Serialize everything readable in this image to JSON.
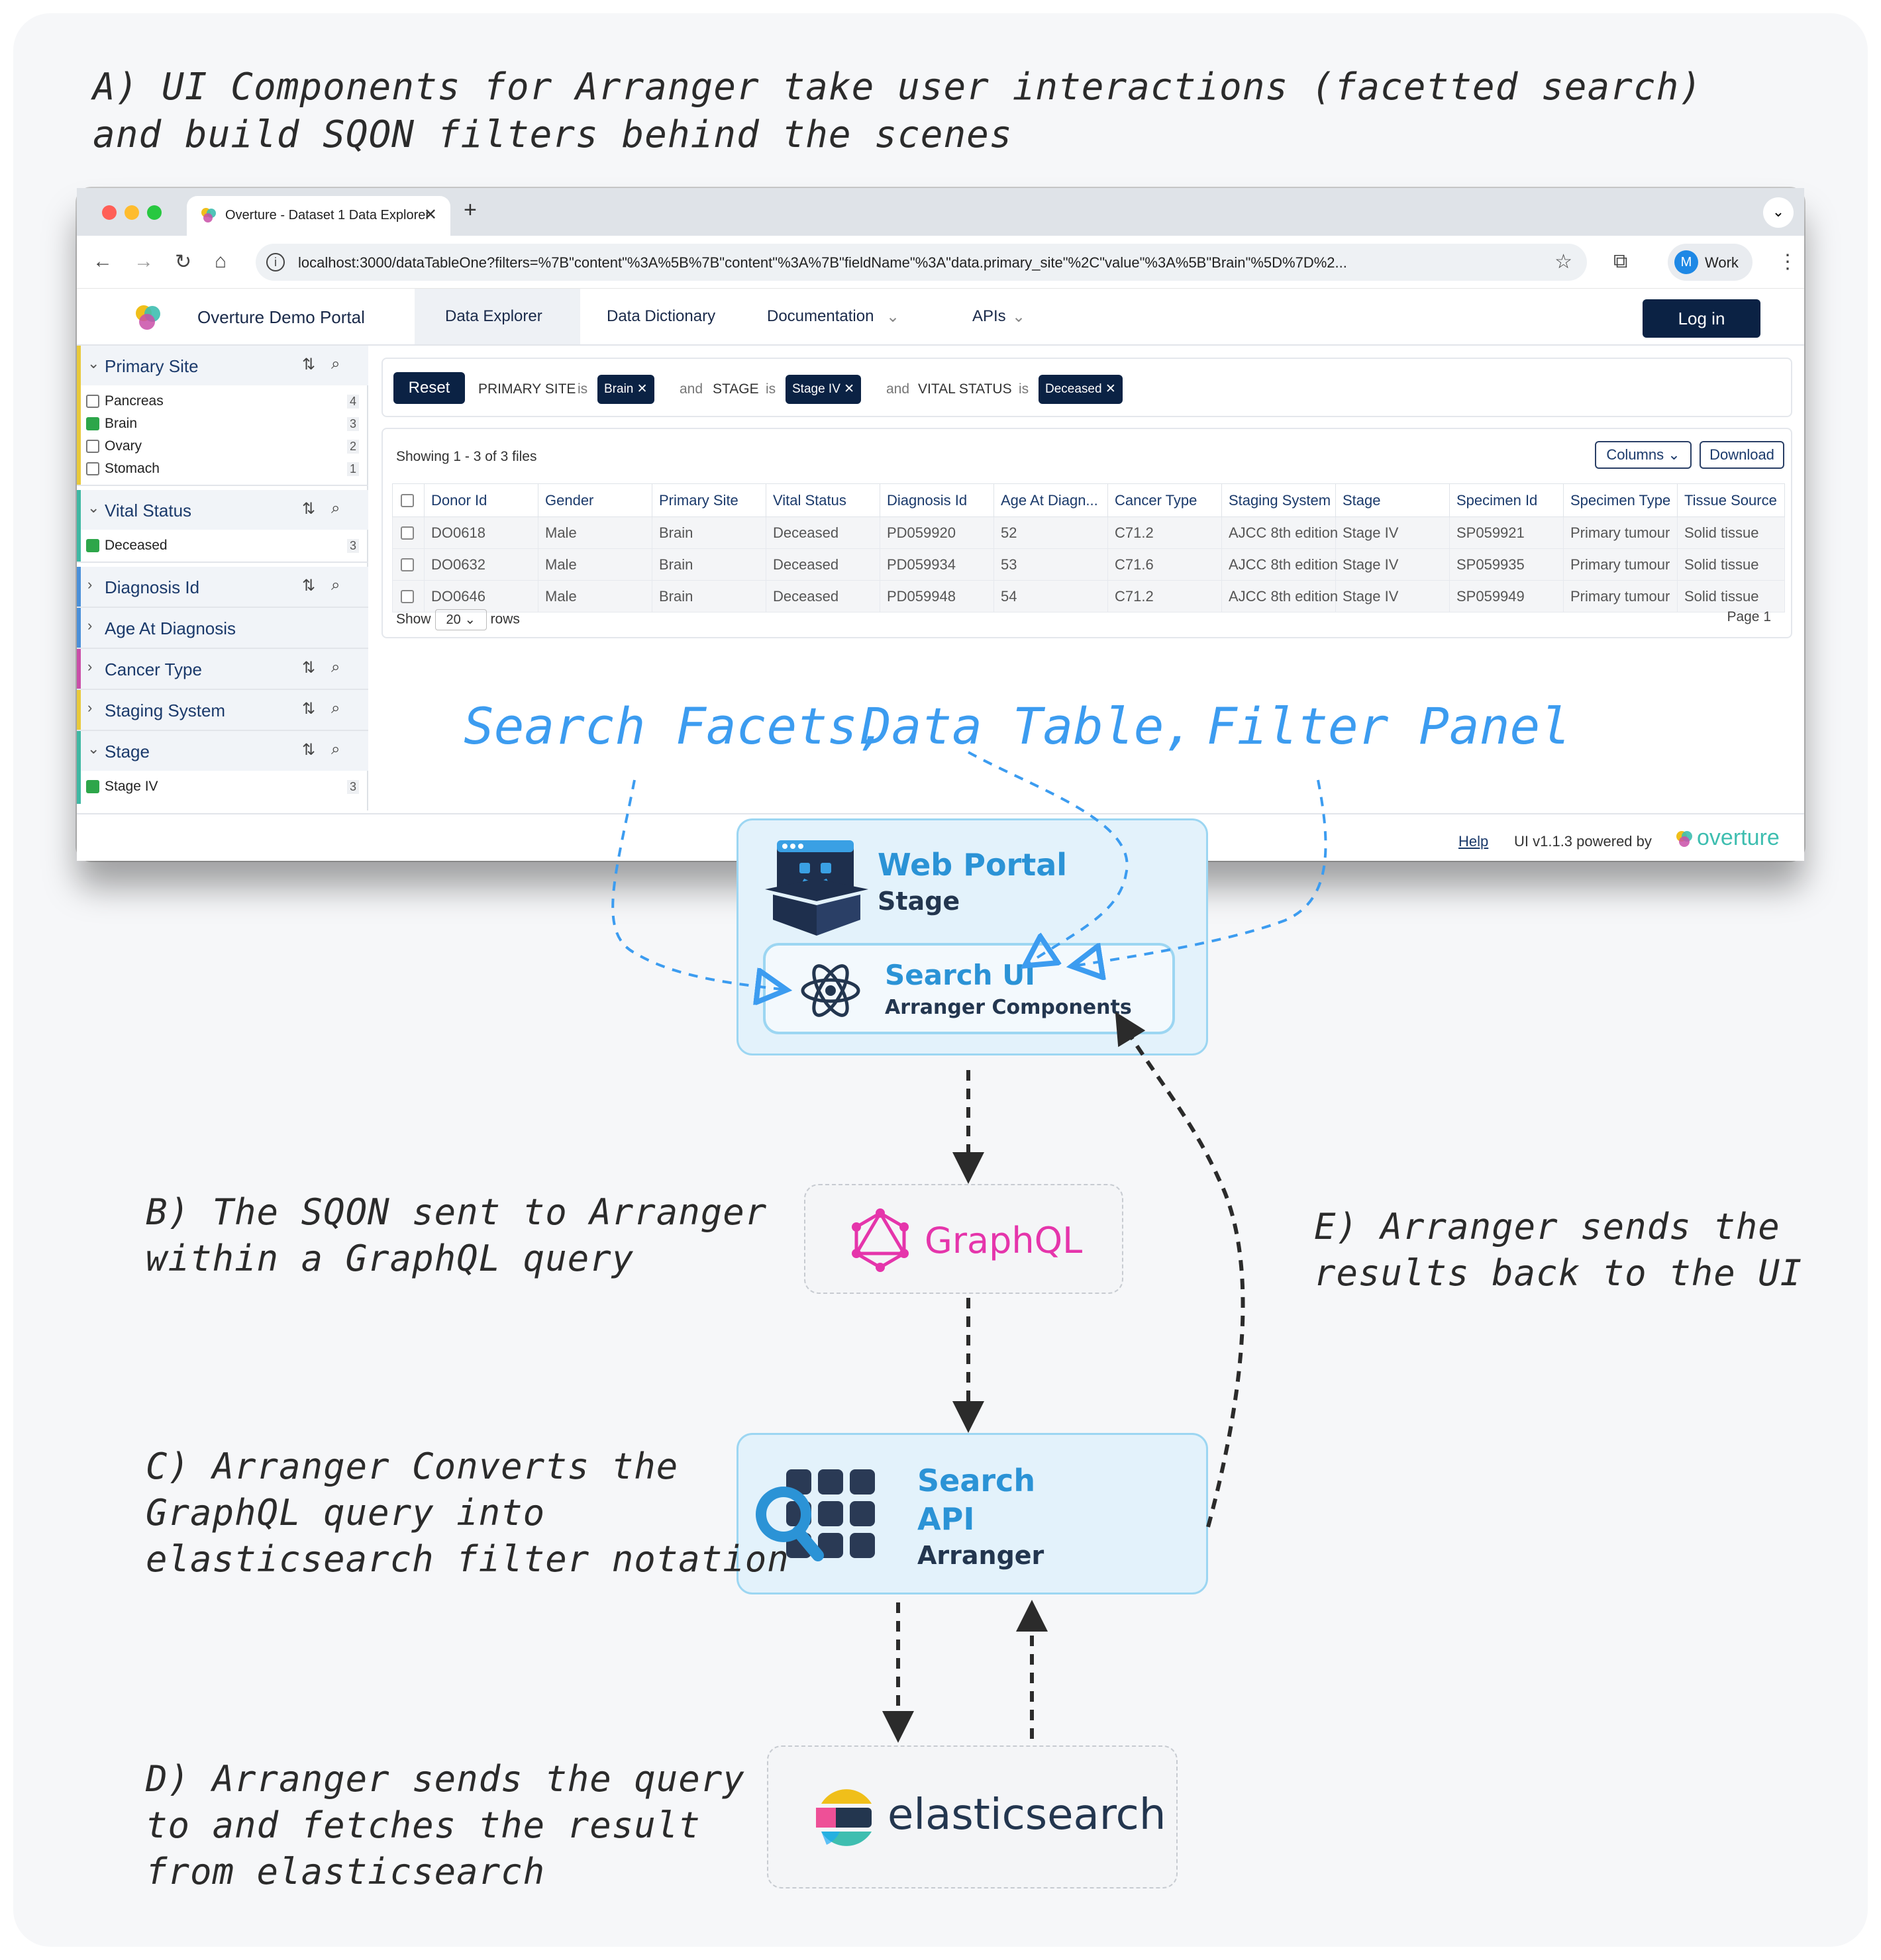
{
  "notes": {
    "a": "A) UI Components for Arranger take user interactions (facetted search)\nand build SQON filters behind the scenes",
    "b": "B) The SQON sent to Arranger\nwithin a GraphQL query",
    "c": "C) Arranger Converts the\nGraphQL query into\nelasticsearch filter notation",
    "d": "D) Arranger sends the query\nto and fetches the result\nfrom elasticsearch",
    "e": "E) Arranger sends the\nresults back to the UI"
  },
  "callouts": {
    "search_facets": "Search Facets,",
    "data_table": "Data Table,",
    "filter_panel": "Filter Panel"
  },
  "browser": {
    "tab_title": "Overture - Dataset 1 Data Explorer",
    "url": "localhost:3000/dataTableOne?filters=%7B\"content\"%3A%5B%7B\"content\"%3A%7B\"fieldName\"%3A\"data.primary_site\"%2C\"value\"%3A%5B\"Brain\"%5D%7D%2...",
    "profile": "Work",
    "profile_initial": "M"
  },
  "portal": {
    "name": "Overture Demo Portal",
    "nav": [
      "Data Explorer",
      "Data Dictionary",
      "Documentation",
      "APIs"
    ],
    "login": "Log in",
    "footer_help": "Help",
    "footer_version": "UI v1.1.3 powered by",
    "footer_brand": "overture"
  },
  "facets": [
    {
      "title": "Primary Site",
      "accent": "#e8c93a",
      "expanded": true,
      "options": [
        {
          "label": "Pancreas",
          "count": "4",
          "checked": false
        },
        {
          "label": "Brain",
          "count": "3",
          "checked": true
        },
        {
          "label": "Ovary",
          "count": "2",
          "checked": false
        },
        {
          "label": "Stomach",
          "count": "1",
          "checked": false
        }
      ]
    },
    {
      "title": "Vital Status",
      "accent": "#3fb8a3",
      "expanded": true,
      "options": [
        {
          "label": "Deceased",
          "count": "3",
          "checked": true
        }
      ]
    },
    {
      "title": "Diagnosis Id",
      "accent": "#4a90d9",
      "expanded": false,
      "options": []
    },
    {
      "title": "Age At Diagnosis",
      "accent": "#4a90d9",
      "expanded": false,
      "options": []
    },
    {
      "title": "Cancer Type",
      "accent": "#c94fa8",
      "expanded": false,
      "options": []
    },
    {
      "title": "Staging System",
      "accent": "#e8c93a",
      "expanded": false,
      "options": []
    },
    {
      "title": "Stage",
      "accent": "#3fb8a3",
      "expanded": true,
      "options": [
        {
          "label": "Stage IV",
          "count": "3",
          "checked": true
        }
      ]
    }
  ],
  "filters": {
    "reset": "Reset",
    "field1": "PRIMARY SITE",
    "is": "is",
    "value1": "Brain",
    "and": "and",
    "field2": "STAGE",
    "value2": "Stage IV",
    "field3": "VITAL STATUS",
    "value3": "Deceased"
  },
  "table": {
    "showing": "Showing 1 - 3 of 3 files",
    "columns_btn": "Columns",
    "download_btn": "Download",
    "headers": [
      "Donor Id",
      "Gender",
      "Primary Site",
      "Vital Status",
      "Diagnosis Id",
      "Age At Diagn...",
      "Cancer Type",
      "Staging System",
      "Stage",
      "Specimen Id",
      "Specimen Type",
      "Tissue Source"
    ],
    "rows": [
      [
        "DO0618",
        "Male",
        "Brain",
        "Deceased",
        "PD059920",
        "52",
        "C71.2",
        "AJCC 8th edition",
        "Stage IV",
        "SP059921",
        "Primary tumour",
        "Solid tissue"
      ],
      [
        "DO0632",
        "Male",
        "Brain",
        "Deceased",
        "PD059934",
        "53",
        "C71.6",
        "AJCC 8th edition",
        "Stage IV",
        "SP059935",
        "Primary tumour",
        "Solid tissue"
      ],
      [
        "DO0646",
        "Male",
        "Brain",
        "Deceased",
        "PD059948",
        "54",
        "C71.2",
        "AJCC 8th edition",
        "Stage IV",
        "SP059949",
        "Primary tumour",
        "Solid tissue"
      ]
    ],
    "show_label": "Show",
    "page_size": "20",
    "rows_label": "rows",
    "page": "Page 1"
  },
  "nodes": {
    "web_portal": {
      "title": "Web Portal",
      "sub": "Stage"
    },
    "search_ui": {
      "title": "Search UI",
      "sub": "Arranger Components"
    },
    "graphql": {
      "label": "GraphQL"
    },
    "search_api": {
      "title_line1": "Search",
      "title_line2": "API",
      "sub": "Arranger"
    },
    "elasticsearch": {
      "label": "elasticsearch"
    }
  },
  "colors": {
    "navy": "#0b2244",
    "blue_hand": "#3c9cf0",
    "node_fill": "#e3f2fb",
    "node_border": "#9cd6f2",
    "graphql_pink": "#e535ab",
    "es_yellow": "#f0bf1a",
    "es_teal": "#3ebeb0"
  }
}
